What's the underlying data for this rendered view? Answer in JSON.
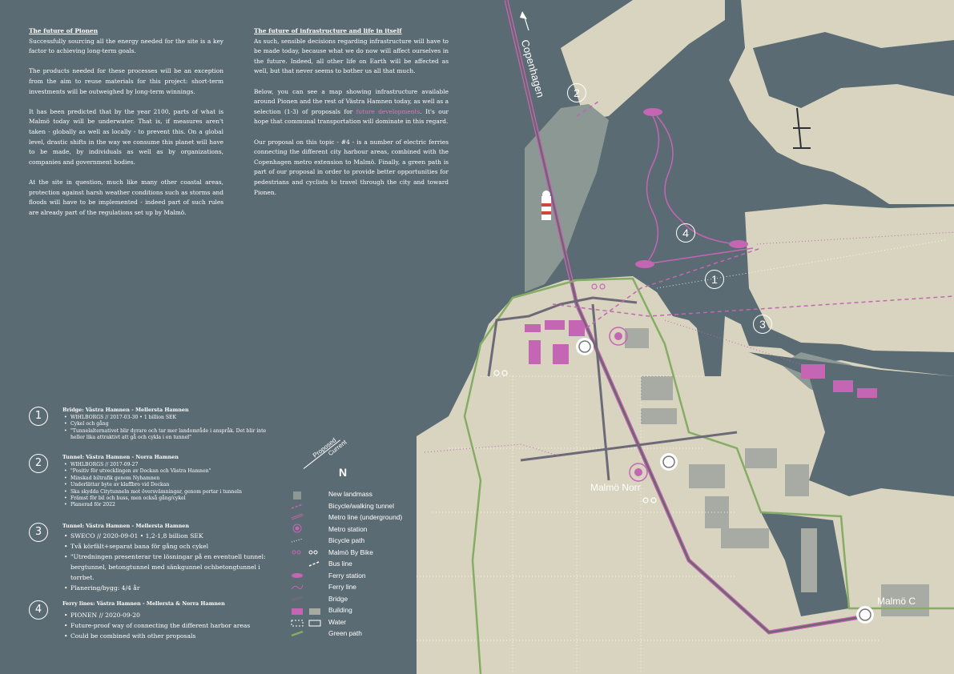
{
  "colors": {
    "water": "#5b6b73",
    "land": "#d8d4bf",
    "new_landmass": "#8b9894",
    "building": "#a8aba4",
    "proposal": "#c466b4",
    "green_path": "#86ad66",
    "tunnel_water": "#475661"
  },
  "left_column": {
    "heading": "The future of Pionen",
    "paragraphs": [
      "Successfully sourcing all the energy needed for the site is a key factor to achieving long-term goals.",
      "The products needed for these processes will be an exception from the aim to reuse materials for this project: short-term investments will be outweighed by long-term winnings.",
      "It has been predicted that by the year 2100, parts of what is Malmö today will be underwater. That is, if measures aren't taken - globally as well as locally - to prevent this. On a global level, drastic shifts in the way we consume this planet will have to be made, by individuals as well as by organizations, companies and government bodies.",
      "At the site in question, much like many other coastal areas, protection against harsh weather conditions such as storms and floods will have to be implemented - indeed part of such rules are already part of the regulations set up by Malmö."
    ]
  },
  "right_column": {
    "heading": "The future of infrastructure and life in itself",
    "paragraph1": "As such, sensible decisions regarding infrastructure will have to be made today, because what we do now will affect ourselves in the future. Indeed, all other life on Earth will be affected as well, but that never seems to bother us all that much.",
    "paragraph2_before": "Below, you can see a map showing infrastructure available around Pionen and the rest of Västra Hamnen today, as well as a selection (1-3) of proposals for ",
    "paragraph2_link": "future developments",
    "paragraph2_after": ". It's our hope that communal transportation will dominate in this regard.",
    "paragraph3": "Our proposal on this topic - #4 - is a number of electric ferries connecting the different city harbour areas, combined with the Copenhagen metro extension to Malmö. Finally, a green path is part of our proposal in order to provide better opportunities for pedestrians and cyclists to travel through the city and toward Pionen."
  },
  "proposals": [
    {
      "number": "1",
      "title": "Bridge: Västra Hamnen - Mellersta Hamnen",
      "bullets": [
        "WIHLBORGS // 2017-03-30 • 1 billion SEK",
        "Cykel och gång",
        "\"Tunnelalternativet blir dyrare och tar mer landområde i anspråk. Det blir inte heller lika attraktivt att gå och cykla i en tunnel\""
      ]
    },
    {
      "number": "2",
      "title": "Tunnel: Västra Hamnen - Norra Hamnen",
      "bullets": [
        "WIHLBORGS // 2017-09-27",
        "\"Positiv för utvecklingen av Dockan och Västra Hamnen\"",
        "Minskad biltrafik genom Nyhamnen",
        "Underlättar byte av klaffbro vid Dockan",
        "Ska skydda Citytunneln mot översvämningar, genom portar i tunneln",
        "Främst för bil och buss, men också gång/cykel",
        "Planerad för 2022"
      ]
    },
    {
      "number": "3",
      "title": "Tunnel: Västra Hamnen - Mellersta Hamnen",
      "bullets": [
        "SWECO // 2020-09-01 • 1,2-1,8 billion SEK",
        "Två körfält+separat bana för gång och cykel",
        "\"Utredningen presenterar tre lösningar på en eventuell tunnel: bergtunnel, betongtunnel med sänkgunnel ochbetongtunnel i torrbet.",
        "Planering/bygg: 4/4 år"
      ]
    },
    {
      "number": "4",
      "title": "Ferry lines: Västra Hamnen - Mellersta & Norra Hamnen",
      "bullets": [
        "PIONEN // 2020-09-20",
        "Future-proof way of connecting the different harbor areas",
        "Could be combined with other proposals"
      ]
    }
  ],
  "legend": {
    "header_proposed": "Proposed",
    "header_current": "Current",
    "north": "N",
    "items": [
      {
        "label": "New landmass",
        "icon": "new-landmass-swatch"
      },
      {
        "label": "Bicycle/walking tunnel",
        "icon": "dashed-line"
      },
      {
        "label": "Metro line (underground)",
        "icon": "double-line"
      },
      {
        "label": "Metro station",
        "icon": "metro-station-icon"
      },
      {
        "label": "Bicycle path",
        "icon": "dotted-line"
      },
      {
        "label": "Malmö By Bike",
        "icon": "bike-icon"
      },
      {
        "label": "Bus line",
        "icon": "dashed-line"
      },
      {
        "label": "Ferry station",
        "icon": "ferry-icon"
      },
      {
        "label": "Ferry line",
        "icon": "wavy-line"
      },
      {
        "label": "Bridge",
        "icon": "bridge-line"
      },
      {
        "label": "Building",
        "icon": "building-swatch"
      },
      {
        "label": "Water",
        "icon": "water-swatch"
      },
      {
        "label": "Green path",
        "icon": "green-line"
      }
    ]
  },
  "map": {
    "labels": {
      "copenhagen": "Copenhagen",
      "malmo_norr": "Malmö Norr",
      "malmo_c": "Malmö C"
    },
    "markers": [
      "1",
      "2",
      "3",
      "4"
    ]
  }
}
